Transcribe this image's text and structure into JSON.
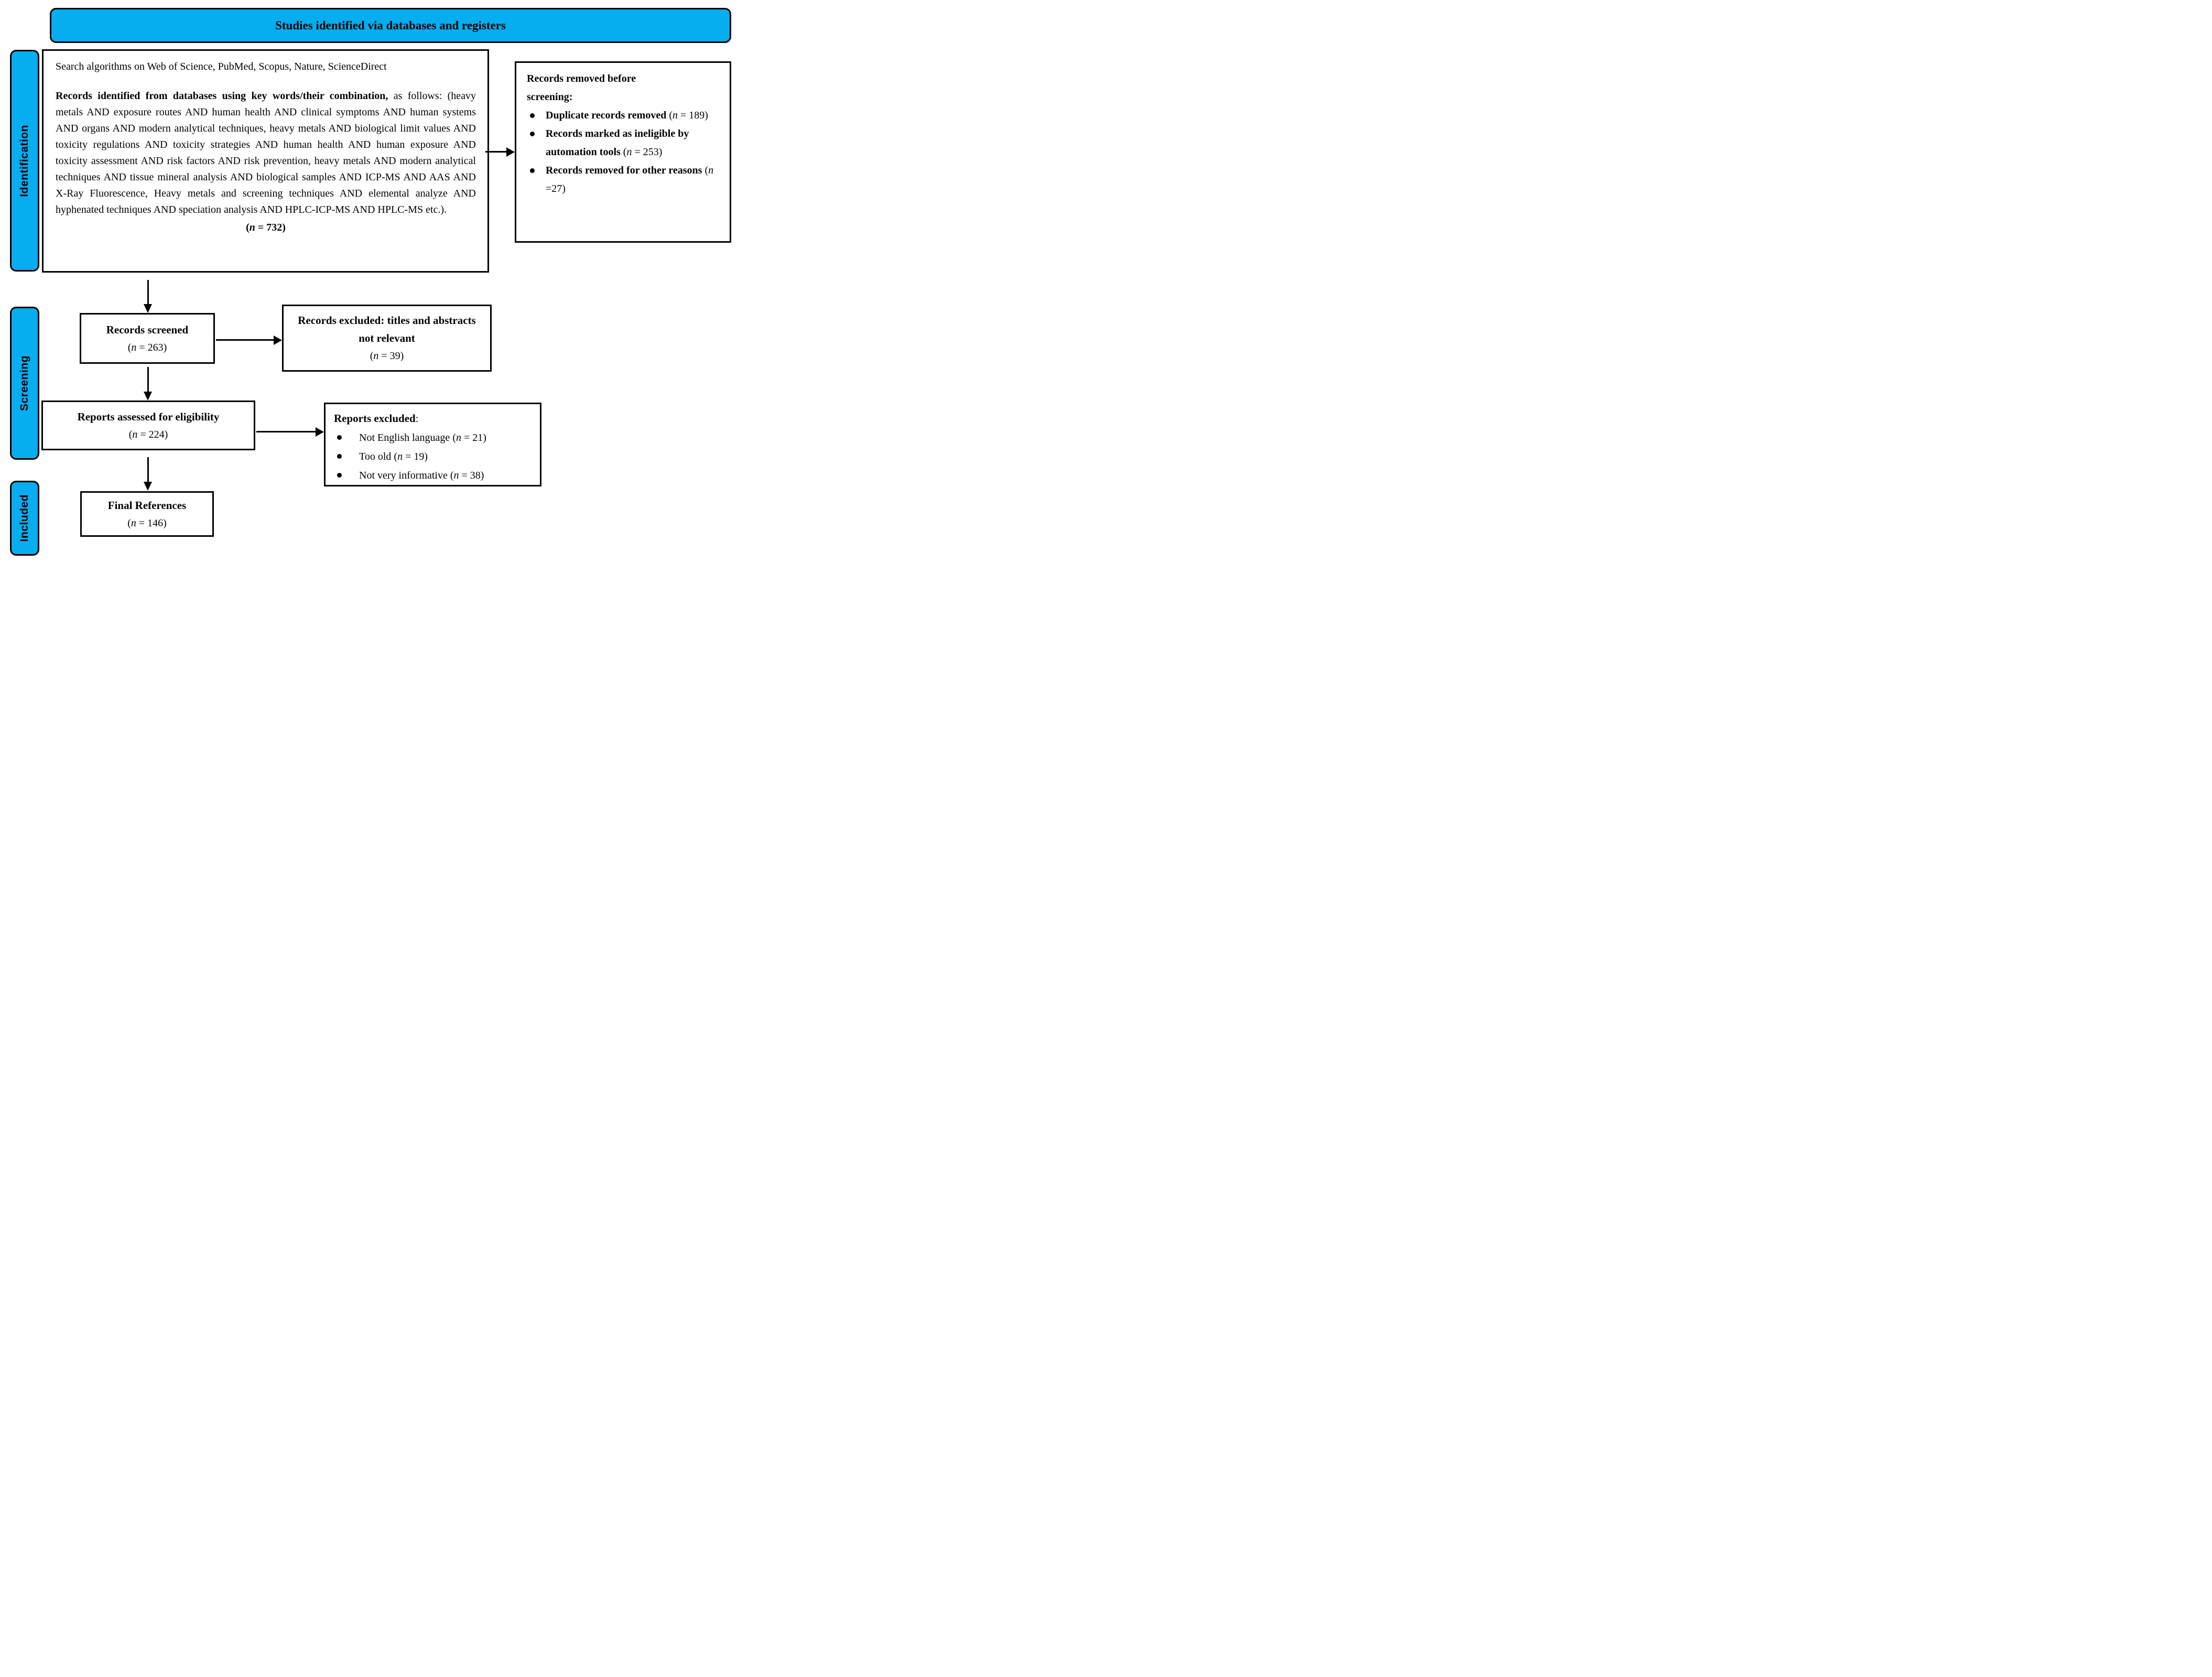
{
  "colors": {
    "accent": "#06ADEF",
    "line": "#000000"
  },
  "banner": {
    "title": "Studies identified via databases and registers"
  },
  "sidebar": [
    {
      "label": "Identification"
    },
    {
      "label": "Screening"
    },
    {
      "label": "Included"
    }
  ],
  "identification": {
    "line1": "Search algorithms on Web of Science, PubMed, Scopus, Nature, ScienceDirect",
    "intro_bold": "Records identified from databases using key words/their combination,",
    "body": "as follows: (heavy metals AND exposure routes AND human health AND clinical symptoms AND human systems AND organs AND modern analytical techniques, heavy metals AND biological limit values AND toxicity regulations AND toxicity strategies AND human health AND human exposure AND toxicity assessment AND risk factors AND risk prevention, heavy metals AND modern analytical techniques AND tissue mineral analysis AND biological samples AND ICP-MS AND AAS AND X-Ray Fluorescence, Heavy metals and screening techniques AND elemental analyze AND hyphenated techniques AND speciation analysis AND HPLC-ICP-MS AND HPLC-MS etc.).",
    "count": {
      "open": "(",
      "var": "n",
      "rest": " = 732)"
    }
  },
  "removed": {
    "heading": "Records removed before screening:",
    "bullets": [
      {
        "bold": "Duplicate records removed ",
        "open": "(",
        "var": "n",
        "rest": " = 189)"
      },
      {
        "bold": "Records marked as ineligible by automation tools ",
        "open": "(",
        "var": "n",
        "rest": " = 253)"
      },
      {
        "bold": "Records removed for other reasons ",
        "open": "(",
        "var": "n",
        "rest": " =27)"
      }
    ]
  },
  "records_screened": {
    "title": "Records screened",
    "count": {
      "open": "(",
      "var": "n",
      "rest": " = 263)"
    }
  },
  "records_excluded": {
    "title": "Records excluded: titles and abstracts not relevant",
    "count": {
      "open": "(",
      "var": "n",
      "rest": " = 39)"
    }
  },
  "reports_assessed": {
    "title": "Reports assessed for eligibility",
    "count": {
      "open": "(",
      "var": "n",
      "rest": " = 224)"
    }
  },
  "reports_excluded": {
    "heading_bold": "Reports excluded",
    "heading_colon": ":",
    "bullets": [
      {
        "text": "Not English language ",
        "open": "(",
        "var": "n",
        "rest": " = 21)"
      },
      {
        "text": "Too old ",
        "open": "(",
        "var": "n",
        "rest": " = 19)"
      },
      {
        "text": "Not very informative ",
        "open": "(",
        "var": "n",
        "rest": " = 38)"
      }
    ]
  },
  "final_references": {
    "title": "Final References",
    "count": {
      "open": "(",
      "var": "n",
      "rest": " = 146)"
    }
  }
}
